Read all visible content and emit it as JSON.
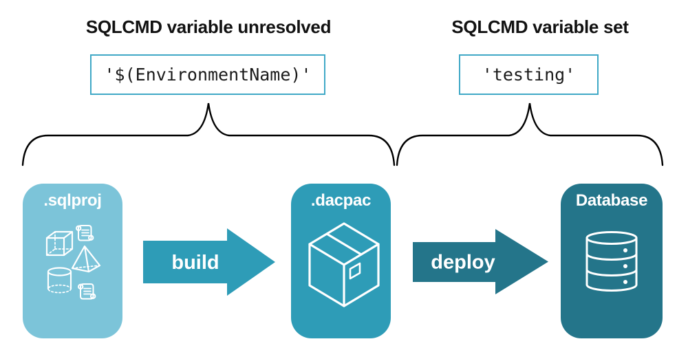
{
  "captions": {
    "left": {
      "title": "SQLCMD variable unresolved",
      "value": "'$(EnvironmentName)'"
    },
    "right": {
      "title": "SQLCMD variable set",
      "value": "'testing'"
    }
  },
  "pipeline": {
    "sqlproj": {
      "label": ".sqlproj",
      "color": "#7CC4D9",
      "icon": "sql-project-objects-icon"
    },
    "build": {
      "label": "build",
      "color": "#2E9CB7",
      "icon": "right-arrow-shape"
    },
    "dacpac": {
      "label": ".dacpac",
      "color": "#2E9CB7",
      "icon": "package-box-icon"
    },
    "deploy": {
      "label": "deploy",
      "color": "#24758A",
      "icon": "right-arrow-shape"
    },
    "database": {
      "label": "Database",
      "color": "#24758A",
      "icon": "database-cylinder-icon"
    }
  },
  "colors": {
    "caption_box_border": "#3FA8C6",
    "heading_text": "#111111",
    "brace_stroke": "#000000",
    "icon_stroke": "#FFFFFF",
    "background": "#FFFFFF"
  }
}
